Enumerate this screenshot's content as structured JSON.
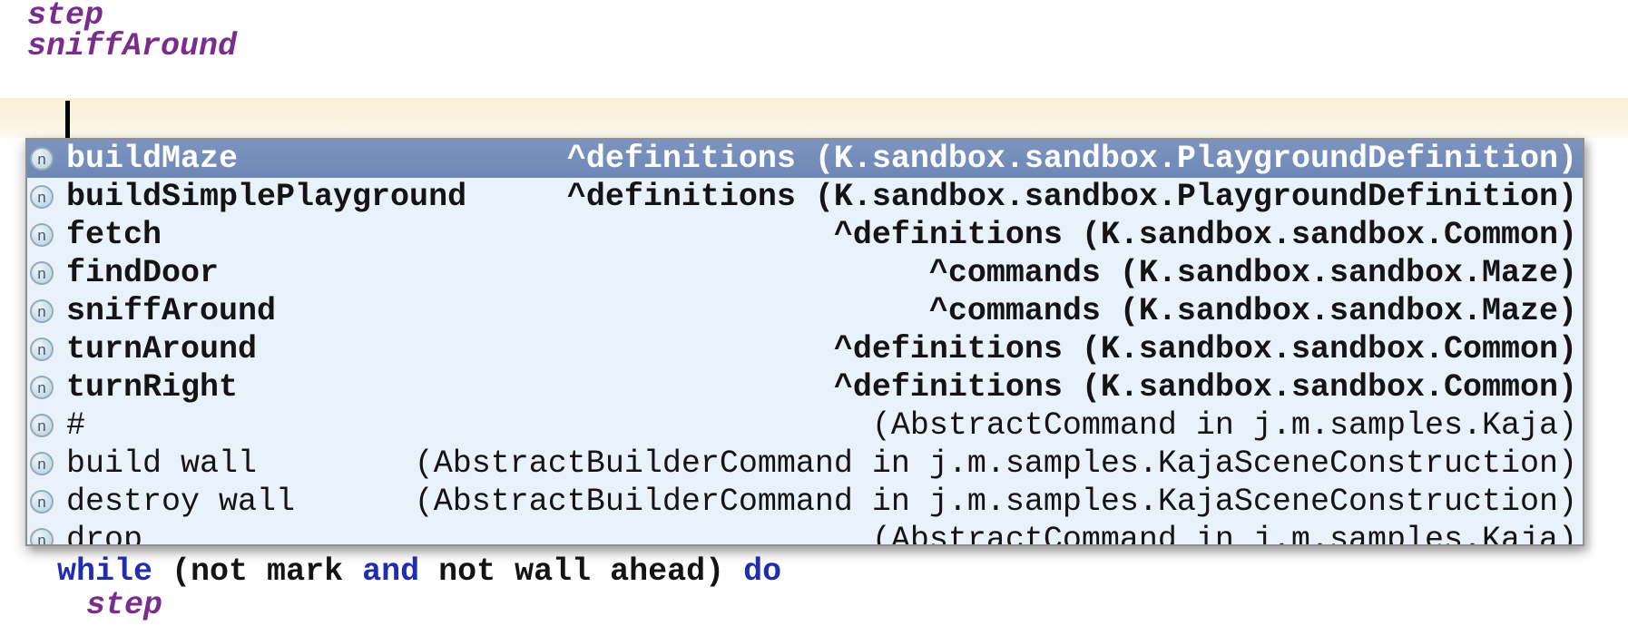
{
  "colors": {
    "method_purple": "#7b2d8e",
    "keyword_blue": "#1f2dae",
    "code_black": "#141414",
    "current_line_bg": "#f9f1da",
    "popup_bg": "#e9f1fa",
    "popup_border": "#8f8f8f",
    "selected_row_bg": "#7089b6",
    "selected_row_text": "#ffffff",
    "kind_icon_bg": "#cfdfe9"
  },
  "editor": {
    "lines_above": [
      "step",
      "sniffAround"
    ],
    "current_line": {
      "text": "",
      "has_cursor": true
    },
    "while_line_tokens": [
      {
        "text": "while",
        "style": "keyword"
      },
      {
        "text": " (",
        "style": "code"
      },
      {
        "text": "not mark ",
        "style": "code"
      },
      {
        "text": "and",
        "style": "keyword"
      },
      {
        "text": " not wall ahead) ",
        "style": "code"
      },
      {
        "text": "do",
        "style": "keyword"
      }
    ],
    "last_line": "step"
  },
  "completion_popup": {
    "kind_icon_label": "n",
    "items": [
      {
        "kind": "n",
        "name": "buildMaze",
        "signature": "^definitions (K.sandbox.sandbox.PlaygroundDefinition)",
        "selected": true,
        "emphasis": true
      },
      {
        "kind": "n",
        "name": "buildSimplePlayground",
        "signature": "^definitions (K.sandbox.sandbox.PlaygroundDefinition)",
        "selected": false,
        "emphasis": true
      },
      {
        "kind": "n",
        "name": "fetch",
        "signature": "^definitions (K.sandbox.sandbox.Common)",
        "selected": false,
        "emphasis": true
      },
      {
        "kind": "n",
        "name": "findDoor",
        "signature": "^commands (K.sandbox.sandbox.Maze)",
        "selected": false,
        "emphasis": true
      },
      {
        "kind": "n",
        "name": "sniffAround",
        "signature": "^commands (K.sandbox.sandbox.Maze)",
        "selected": false,
        "emphasis": true
      },
      {
        "kind": "n",
        "name": "turnAround",
        "signature": "^definitions (K.sandbox.sandbox.Common)",
        "selected": false,
        "emphasis": true
      },
      {
        "kind": "n",
        "name": "turnRight",
        "signature": "^definitions (K.sandbox.sandbox.Common)",
        "selected": false,
        "emphasis": true
      },
      {
        "kind": "n",
        "name": "#",
        "signature": "(AbstractCommand in j.m.samples.Kaja)",
        "selected": false,
        "emphasis": false
      },
      {
        "kind": "n",
        "name": "build wall",
        "signature": "(AbstractBuilderCommand in j.m.samples.KajaSceneConstruction)",
        "selected": false,
        "emphasis": false
      },
      {
        "kind": "n",
        "name": "destroy wall",
        "signature": "(AbstractBuilderCommand in j.m.samples.KajaSceneConstruction)",
        "selected": false,
        "emphasis": false
      },
      {
        "kind": "n",
        "name": "drop",
        "signature": "(AbstractCommand in j.m.samples.Kaja)",
        "selected": false,
        "emphasis": false
      }
    ]
  }
}
